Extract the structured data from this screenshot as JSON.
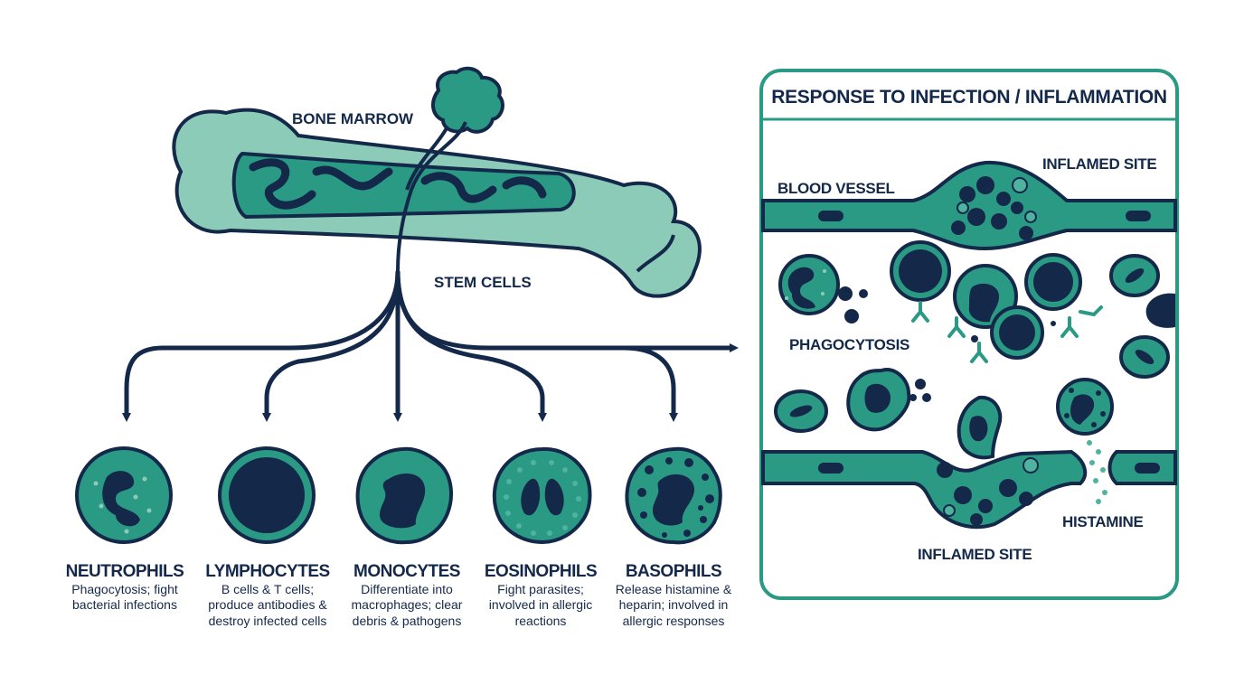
{
  "colors": {
    "navy": "#14294a",
    "teal": "#2a9a84",
    "teal_light": "#8ccbb8",
    "teal_mid": "#4fb39f",
    "panel_border": "#2a9a84",
    "white": "#ffffff"
  },
  "bone": {
    "label": "BONE MARROW",
    "stem_label": "STEM CELLS"
  },
  "cells": [
    {
      "name": "NEUTROPHILS",
      "lines": [
        "Phagocytosis; fight",
        "bacterial infections"
      ]
    },
    {
      "name": "LYMPHOCYTES",
      "lines": [
        "B cells & T cells;",
        "produce antibodies &",
        "destroy infected cells"
      ]
    },
    {
      "name": "MONOCYTES",
      "lines": [
        "Differentiate into",
        "macrophages; clear",
        "debris & pathogens"
      ]
    },
    {
      "name": "EOSINOPHILS",
      "lines": [
        "Fight parasites;",
        "involved in allergic",
        "reactions"
      ]
    },
    {
      "name": "BASOPHILS",
      "lines": [
        "Release histamine &",
        "heparin; involved in",
        "allergic responses"
      ]
    }
  ],
  "panel": {
    "title": "RESPONSE TO INFECTION / INFLAMMATION",
    "blood_vessel": "BLOOD VESSEL",
    "inflamed_site_top": "INFLAMED SITE",
    "phagocytosis": "PHAGOCYTOSIS",
    "histamine": "HISTAMINE",
    "inflamed_site_bottom": "INFLAMED SITE"
  }
}
